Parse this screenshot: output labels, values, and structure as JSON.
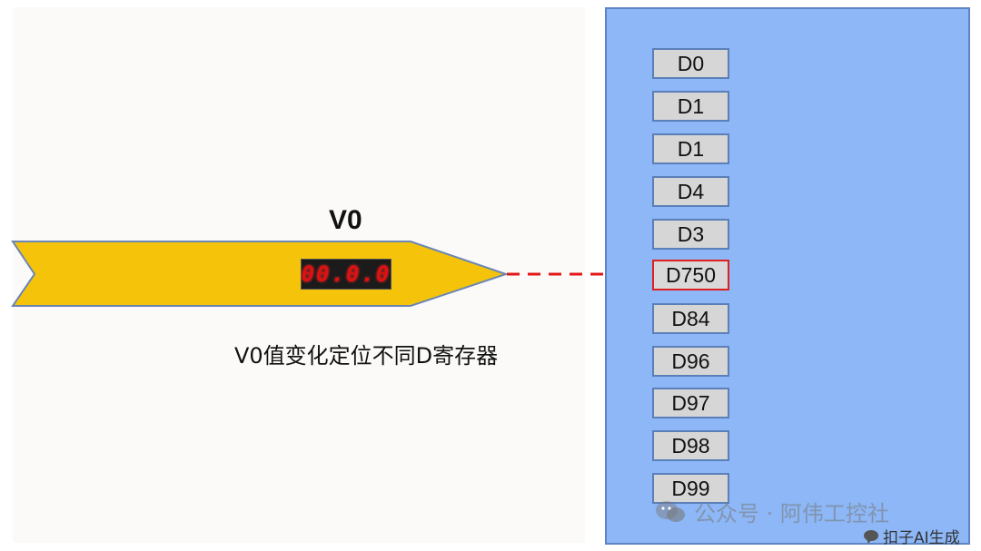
{
  "pointer": {
    "label": "V0",
    "display_value": "00.0.0",
    "caption": "V0值变化定位不同D寄存器"
  },
  "registers": [
    {
      "label": "D0"
    },
    {
      "label": "D1"
    },
    {
      "label": "D1"
    },
    {
      "label": "D4"
    },
    {
      "label": "D3"
    },
    {
      "label": "D750",
      "highlighted": true
    },
    {
      "label": "D84"
    },
    {
      "label": "D96"
    },
    {
      "label": "D97"
    },
    {
      "label": "D98"
    },
    {
      "label": "D99"
    }
  ],
  "watermark": {
    "text": "公众号 · 阿伟工控社",
    "ai_text": "扣子AI生成"
  },
  "colors": {
    "arrow_fill": "#f5c40a",
    "arrow_stroke": "#6b86b5",
    "pointer_line": "#e01818",
    "memory_panel": "#8db7f6",
    "highlight_border": "#e02020"
  }
}
